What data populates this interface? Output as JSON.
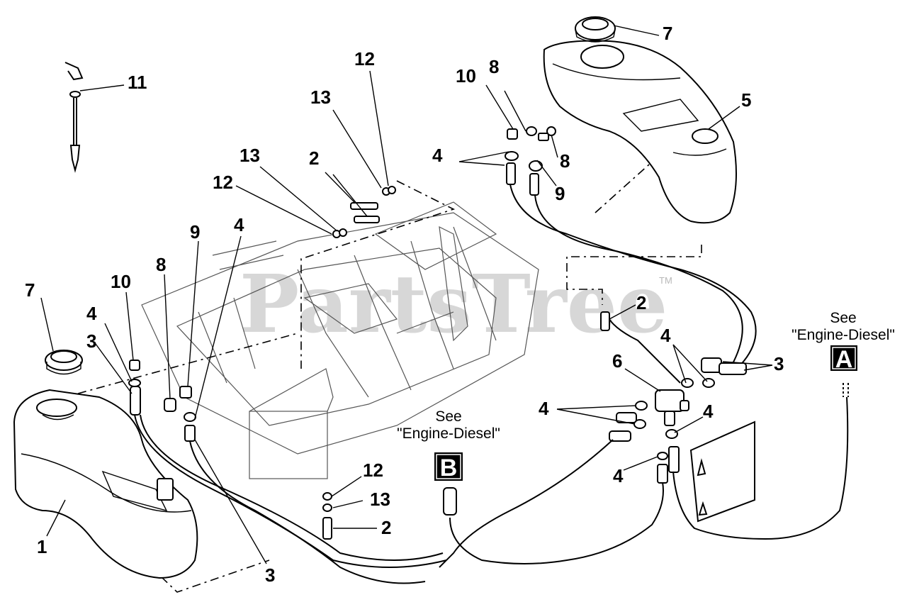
{
  "callouts": {
    "c11": "11",
    "c12a": "12",
    "c13a": "13",
    "c13b": "13",
    "c12b": "12",
    "c2a": "2",
    "c9a": "9",
    "c4a": "4",
    "c8a": "8",
    "c10a": "10",
    "c7a": "7",
    "c4b": "4",
    "c3a": "3",
    "c1": "1",
    "c3b": "3",
    "c12c": "12",
    "c13c": "13",
    "c2b": "2",
    "c7b": "7",
    "c10b": "10",
    "c8b": "8",
    "c5": "5",
    "c4c": "4",
    "c8c": "8",
    "c9b": "9",
    "c2c": "2",
    "c4d": "4",
    "c3c": "3",
    "c6": "6",
    "c4e": "4",
    "c4f": "4",
    "c4g": "4"
  },
  "references": {
    "a": {
      "see": "See",
      "target": "\"Engine-Diesel\"",
      "letter": "A"
    },
    "b": {
      "see": "See",
      "target": "\"Engine-Diesel\"",
      "letter": "B"
    }
  },
  "watermark": {
    "text": "PartsTree",
    "tm": "TM"
  }
}
